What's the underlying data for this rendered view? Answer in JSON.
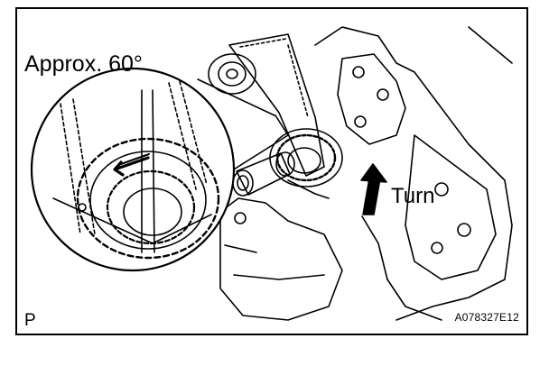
{
  "figure": {
    "angle_label": "Approx. 60°",
    "action_label": "Turn",
    "corner_letter": "P",
    "figure_code": "A078327E12"
  },
  "colors": {
    "ink": "#000000",
    "paper": "#ffffff"
  },
  "icons": [
    "rotation-arrow-icon",
    "turn-direction-arrow-icon"
  ]
}
